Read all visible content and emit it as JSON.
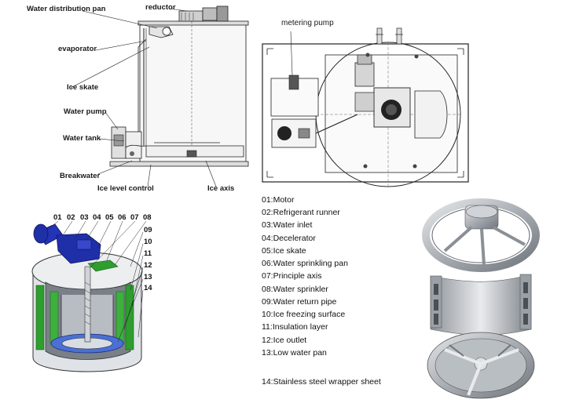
{
  "side_view": {
    "labels": {
      "water_distribution_pan": "Water distribution pan",
      "reductor": "reductor",
      "evaporator": "evaporator",
      "ice_skate": "Ice skate",
      "water_pump": "Water pump",
      "water_tank": "Water tank",
      "breakwater": "Breakwater",
      "ice_level_control": "Ice level control",
      "ice_axis": "Ice axis"
    }
  },
  "top_view": {
    "labels": {
      "metering_pump": "metering pump"
    }
  },
  "cutaway": {
    "numbers_top": [
      "01",
      "02",
      "03",
      "04",
      "05",
      "06",
      "07",
      "08"
    ],
    "numbers_side": [
      "09",
      "10",
      "11",
      "12",
      "13",
      "14"
    ]
  },
  "legend": {
    "items": [
      "01:Motor",
      "02:Refrigerant runner",
      "03:Water inlet",
      "04:Decelerator",
      "05:Ice skate",
      "06:Water sprinkling pan",
      "07:Principle axis",
      "08:Water sprinkler",
      "09:Water return pipe",
      "10:Ice freezing surface",
      "11:Insulation layer",
      "12:Ice outlet",
      "13:Low water pan"
    ],
    "last_item": "14:Stainless steel wrapper sheet"
  },
  "colors": {
    "motor_blue": "#1f2fa8",
    "insulation_green": "#2e9e2e",
    "frame_gray": "#b9bcc0",
    "steel_gray": "#9aa0a6"
  }
}
